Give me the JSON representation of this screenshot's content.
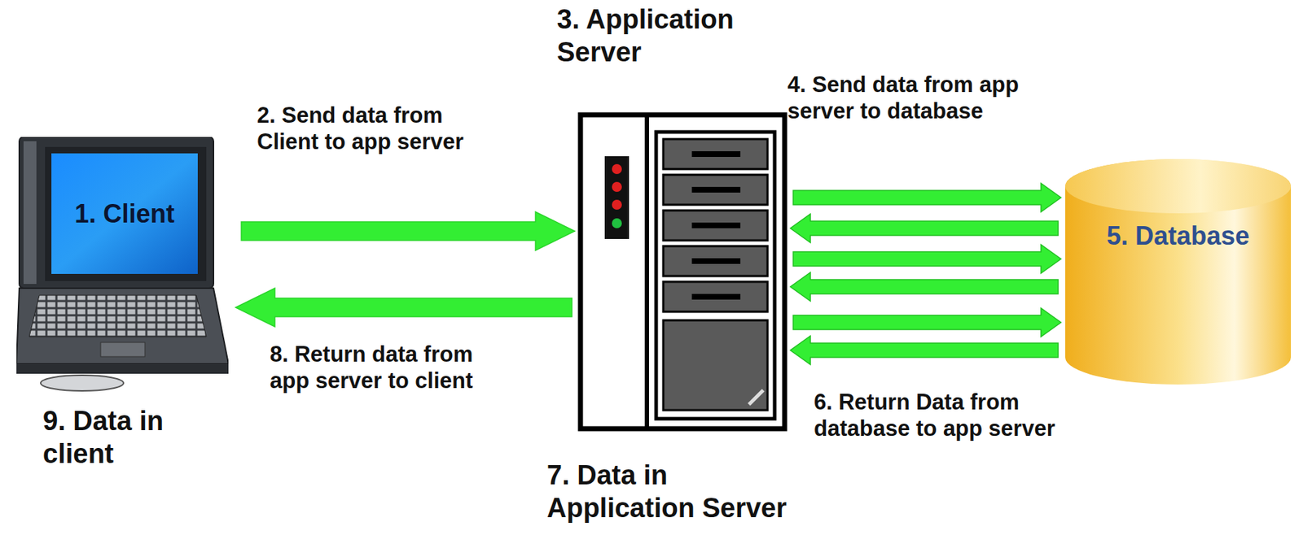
{
  "diagram": {
    "nodes": [
      {
        "text": [
          "1. Client",
          "9. Data in client"
        ]
      },
      {
        "text": [
          "3. Application Server",
          "7. Data in Application Server"
        ]
      },
      {
        "text": [
          "5. Database"
        ]
      }
    ],
    "edges": [
      {
        "from": 0,
        "to": 1,
        "label": "2. Send data from Client to app server",
        "arrow": "to"
      },
      {
        "from": 1,
        "to": 0,
        "label": "8. Return data from app server to client",
        "arrow": "to"
      },
      {
        "from": 1,
        "to": 2,
        "label": "4. Send data from app server to database",
        "arrow": "to"
      },
      {
        "from": 2,
        "to": 1,
        "arrow": "to"
      },
      {
        "from": 1,
        "to": 2,
        "arrow": "to"
      },
      {
        "from": 2,
        "to": 1,
        "arrow": "to"
      },
      {
        "from": 1,
        "to": 2,
        "arrow": "to"
      },
      {
        "from": 2,
        "to": 1,
        "label": "6. Return Data from database to app server",
        "arrow": "to"
      }
    ]
  }
}
